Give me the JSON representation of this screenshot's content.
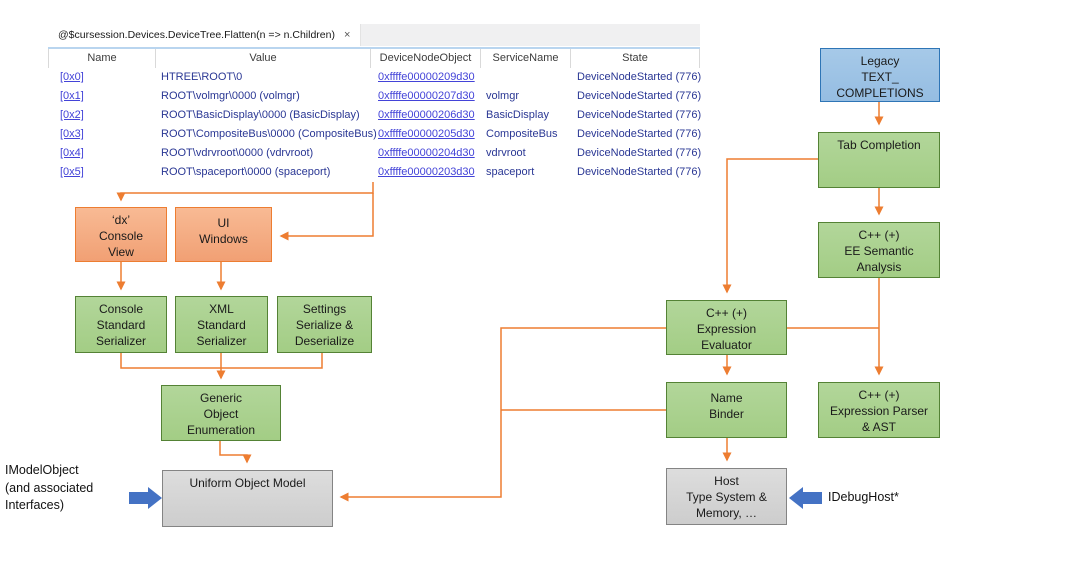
{
  "tab": {
    "title": "@$cursession.Devices.DeviceTree.Flatten(n => n.Children)",
    "close_label": "×"
  },
  "table": {
    "columns": [
      "Name",
      "Value",
      "DeviceNodeObject",
      "ServiceName",
      "State"
    ],
    "rows": [
      {
        "name": "[0x0]",
        "value": "HTREE\\ROOT\\0",
        "node": "0xffffe00000209d30",
        "service": "",
        "state": "DeviceNodeStarted (776)"
      },
      {
        "name": "[0x1]",
        "value": "ROOT\\volmgr\\0000 (volmgr)",
        "node": "0xffffe00000207d30",
        "service": "volmgr",
        "state": "DeviceNodeStarted (776)"
      },
      {
        "name": "[0x2]",
        "value": "ROOT\\BasicDisplay\\0000 (BasicDisplay)",
        "node": "0xffffe00000206d30",
        "service": "BasicDisplay",
        "state": "DeviceNodeStarted (776)"
      },
      {
        "name": "[0x3]",
        "value": "ROOT\\CompositeBus\\0000 (CompositeBus)",
        "node": "0xffffe00000205d30",
        "service": "CompositeBus",
        "state": "DeviceNodeStarted (776)"
      },
      {
        "name": "[0x4]",
        "value": "ROOT\\vdrvroot\\0000 (vdrvroot)",
        "node": "0xffffe00000204d30",
        "service": "vdrvroot",
        "state": "DeviceNodeStarted (776)"
      },
      {
        "name": "[0x5]",
        "value": "ROOT\\spaceport\\0000 (spaceport)",
        "node": "0xffffe00000203d30",
        "service": "spaceport",
        "state": "DeviceNodeStarted (776)"
      }
    ]
  },
  "diagram": {
    "boxes": {
      "legacy": {
        "lines": [
          "Legacy",
          "TEXT_",
          "COMPLETIONS"
        ]
      },
      "tab_completion": {
        "lines": [
          "Tab Completion"
        ]
      },
      "ee_semantic": {
        "lines": [
          "C++ (+)",
          "EE Semantic",
          "Analysis"
        ]
      },
      "expr_parser": {
        "lines": [
          "C++ (+)",
          "Expression Parser",
          "& AST"
        ]
      },
      "expr_eval": {
        "lines": [
          "C++ (+)",
          "Expression",
          "Evaluator"
        ]
      },
      "name_binder": {
        "lines": [
          "Name",
          "Binder"
        ]
      },
      "host": {
        "lines": [
          "Host",
          "Type System &",
          "Memory, …"
        ]
      },
      "dx_console": {
        "lines": [
          "‘dx’",
          "Console",
          "View"
        ]
      },
      "ui_windows": {
        "lines": [
          "UI",
          "Windows"
        ]
      },
      "console_serializer": {
        "lines": [
          "Console",
          "Standard",
          "Serializer"
        ]
      },
      "xml_serializer": {
        "lines": [
          "XML",
          "Standard",
          "Serializer"
        ]
      },
      "settings_serializer": {
        "lines": [
          "Settings",
          "Serialize &",
          "Deserialize"
        ]
      },
      "generic_enum": {
        "lines": [
          "Generic",
          "Object",
          "Enumeration"
        ]
      },
      "uniform": {
        "lines": [
          "Uniform Object Model"
        ]
      }
    },
    "labels": {
      "imodel": [
        "IModelObject",
        "(and associated",
        "Interfaces)"
      ],
      "idebughost": "IDebugHost*"
    },
    "colors": {
      "arrow_orange": "#ED7D31",
      "block_arrow_blue": "#4472C4",
      "box_green": "#A9D18E",
      "box_green_border": "#548235",
      "box_blue": "#9DC3E6",
      "box_blue_border": "#2E75B6",
      "box_salmon": "#F4A97C",
      "box_salmon_border": "#ED7D31",
      "box_gray": "#D6D6D6",
      "box_gray_border": "#848484",
      "link_blue": "#4343D8",
      "value_navy": "#2A3794"
    }
  }
}
